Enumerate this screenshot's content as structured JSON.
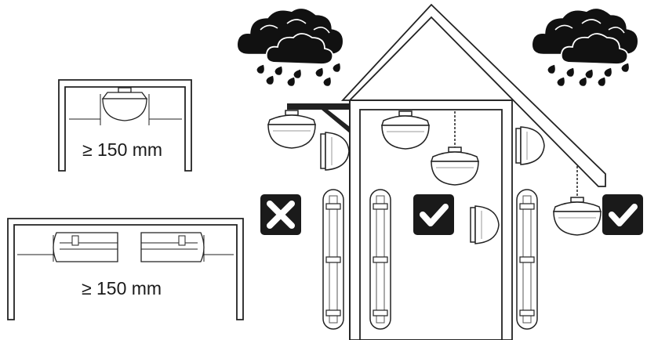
{
  "diagram": {
    "top_detail": {
      "clearance_label": "≥ 150 mm"
    },
    "bottom_detail": {
      "clearance_label": "≥ 150 mm"
    },
    "markers": [
      {
        "name": "incorrect-marker",
        "meaning": "cross"
      },
      {
        "name": "correct-marker-center",
        "meaning": "check"
      },
      {
        "name": "correct-marker-right",
        "meaning": "check"
      }
    ],
    "colors": {
      "ink": "#1a1a1a",
      "marker_bg": "#1a1a1a",
      "marker_glyph": "#ffffff",
      "cloud": "#111111"
    }
  }
}
